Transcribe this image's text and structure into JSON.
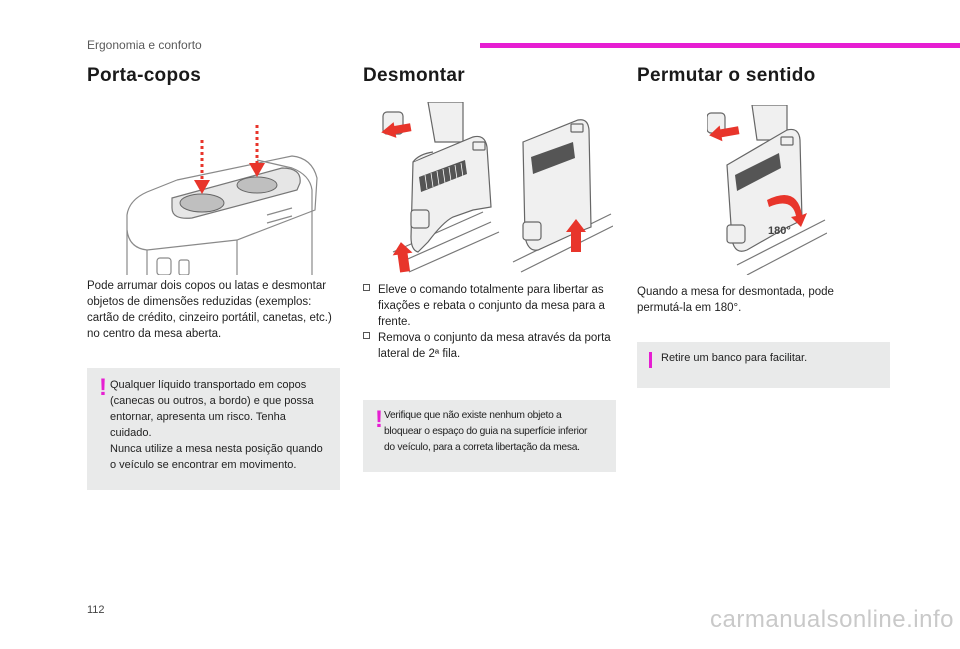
{
  "header": {
    "section": "Ergonomia e conforto",
    "accent_color": "#e61ed2"
  },
  "col1": {
    "title": "Porta-copos",
    "body": "Pode arrumar dois copos ou latas e desmontar objetos de dimensões reduzidas (exemplos: cartão de crédito, cinzeiro portátil, canetas, etc.) no centro da mesa aberta.",
    "warning": {
      "icon": "exclamation-icon",
      "lines": [
        "Qualquer líquido transportado em copos",
        "(canecas ou outros, a bordo) e que possa",
        "entornar, apresenta um risco. Tenha",
        "cuidado.",
        "Nunca utilize a mesa nesta posição quando",
        "o veículo se encontrar em movimento."
      ]
    }
  },
  "col2": {
    "title": "Desmontar",
    "steps": [
      "Eleve o comando totalmente para libertar as fixações e rebata o conjunto da mesa para a frente.",
      "Remova o conjunto da mesa através da porta lateral de 2ª fila."
    ],
    "warning": {
      "icon": "exclamation-icon",
      "lines": [
        "Verifique que não existe nenhum objeto a",
        "bloquear o espaço do guia na superfície inferior",
        "do veículo, para a correta libertação da mesa."
      ]
    }
  },
  "col3": {
    "title": "Permutar o sentido",
    "body": "Quando a mesa for desmontada, pode permutá-la em 180°.",
    "rotation_label": "180°",
    "info": {
      "icon": "info-icon",
      "text": "Retire um banco para facilitar."
    }
  },
  "footer": {
    "page_number": "112",
    "watermark": "carmanualsonline.info"
  }
}
